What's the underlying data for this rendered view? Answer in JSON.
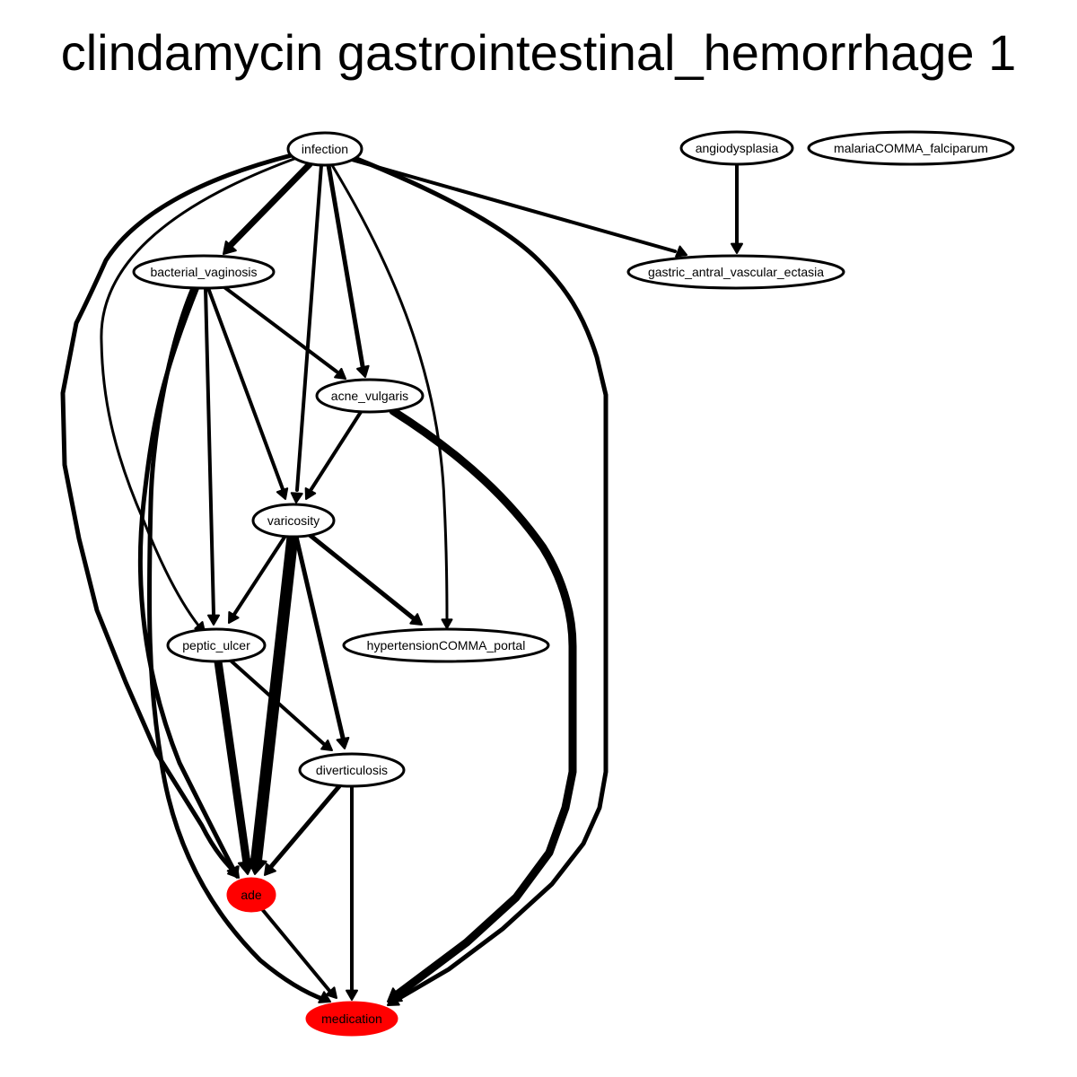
{
  "title": "clindamycin gastrointestinal_hemorrhage 1",
  "colors": {
    "highlight": "#ff0000",
    "edge": "#000000",
    "node_fill": "#ffffff"
  },
  "nodes": [
    {
      "id": "infection",
      "label": "infection",
      "highlight": false
    },
    {
      "id": "angiodysplasia",
      "label": "angiodysplasia",
      "highlight": false
    },
    {
      "id": "malaria",
      "label": "malariaCOMMA_falciparum",
      "highlight": false
    },
    {
      "id": "bacterial_vaginosis",
      "label": "bacterial_vaginosis",
      "highlight": false
    },
    {
      "id": "gave",
      "label": "gastric_antral_vascular_ectasia",
      "highlight": false
    },
    {
      "id": "acne_vulgaris",
      "label": "acne_vulgaris",
      "highlight": false
    },
    {
      "id": "varicosity",
      "label": "varicosity",
      "highlight": false
    },
    {
      "id": "peptic_ulcer",
      "label": "peptic_ulcer",
      "highlight": false
    },
    {
      "id": "hypertension_portal",
      "label": "hypertensionCOMMA_portal",
      "highlight": false
    },
    {
      "id": "diverticulosis",
      "label": "diverticulosis",
      "highlight": false
    },
    {
      "id": "ade",
      "label": "ade",
      "highlight": true
    },
    {
      "id": "medication",
      "label": "medication",
      "highlight": true
    }
  ],
  "edges": [
    {
      "from": "infection",
      "to": "bacterial_vaginosis",
      "weight": 4
    },
    {
      "from": "infection",
      "to": "gave",
      "weight": 2
    },
    {
      "from": "infection",
      "to": "acne_vulgaris",
      "weight": 3
    },
    {
      "from": "infection",
      "to": "varicosity",
      "weight": 2
    },
    {
      "from": "infection",
      "to": "peptic_ulcer",
      "weight": 1
    },
    {
      "from": "infection",
      "to": "hypertension_portal",
      "weight": 1
    },
    {
      "from": "infection",
      "to": "ade",
      "weight": 3
    },
    {
      "from": "infection",
      "to": "medication",
      "weight": 3
    },
    {
      "from": "angiodysplasia",
      "to": "gave",
      "weight": 2
    },
    {
      "from": "bacterial_vaginosis",
      "to": "acne_vulgaris",
      "weight": 2
    },
    {
      "from": "bacterial_vaginosis",
      "to": "varicosity",
      "weight": 2
    },
    {
      "from": "bacterial_vaginosis",
      "to": "peptic_ulcer",
      "weight": 2
    },
    {
      "from": "bacterial_vaginosis",
      "to": "ade",
      "weight": 3
    },
    {
      "from": "bacterial_vaginosis",
      "to": "medication",
      "weight": 3
    },
    {
      "from": "acne_vulgaris",
      "to": "varicosity",
      "weight": 2
    },
    {
      "from": "acne_vulgaris",
      "to": "medication",
      "weight": 5
    },
    {
      "from": "varicosity",
      "to": "peptic_ulcer",
      "weight": 2
    },
    {
      "from": "varicosity",
      "to": "hypertension_portal",
      "weight": 3
    },
    {
      "from": "varicosity",
      "to": "ade",
      "weight": 6
    },
    {
      "from": "varicosity",
      "to": "diverticulosis",
      "weight": 3
    },
    {
      "from": "peptic_ulcer",
      "to": "ade",
      "weight": 5
    },
    {
      "from": "peptic_ulcer",
      "to": "diverticulosis",
      "weight": 2
    },
    {
      "from": "diverticulosis",
      "to": "ade",
      "weight": 3
    },
    {
      "from": "diverticulosis",
      "to": "medication",
      "weight": 2
    },
    {
      "from": "ade",
      "to": "medication",
      "weight": 2
    }
  ]
}
